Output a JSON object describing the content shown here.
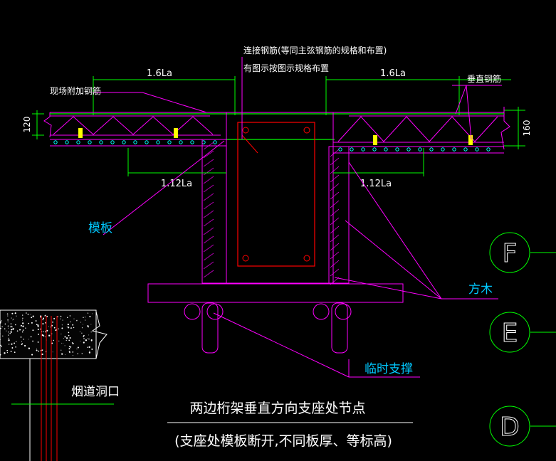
{
  "labels": {
    "connecting_rebar": "连接钢筋(等同主弦钢筋的规格和布置)",
    "per_drawing": "有图示按图示规格布置",
    "site_extra_rebar": "现场附加钢筋",
    "vertical_rebar": "垂直钢筋",
    "dim_left_top": "1.6La",
    "dim_right_top": "1.6La",
    "dim_left_bottom": "1.12La",
    "dim_right_bottom": "1.12La",
    "thick_left": "120",
    "thick_right": "160",
    "formwork": "模板",
    "timber": "方木",
    "temp_support": "临时支撑",
    "flue_opening": "烟道洞口",
    "title_main": "两边桁架垂直方向支座处节点",
    "title_sub": "(支座处模板断开,不同板厚、等标高)"
  },
  "grid_axes": [
    "F",
    "E",
    "D"
  ],
  "colors": {
    "background": "#000000",
    "slab": "#ff00ff",
    "rebar": "#00ff00",
    "dimension": "#00ff00",
    "text": "#ffffff",
    "leader": "#ff00ff",
    "beam_outline": "#ff0000",
    "circles_dots": "#00ffff",
    "accent_text": "#00c8ff",
    "spacer": "#ffff00"
  }
}
